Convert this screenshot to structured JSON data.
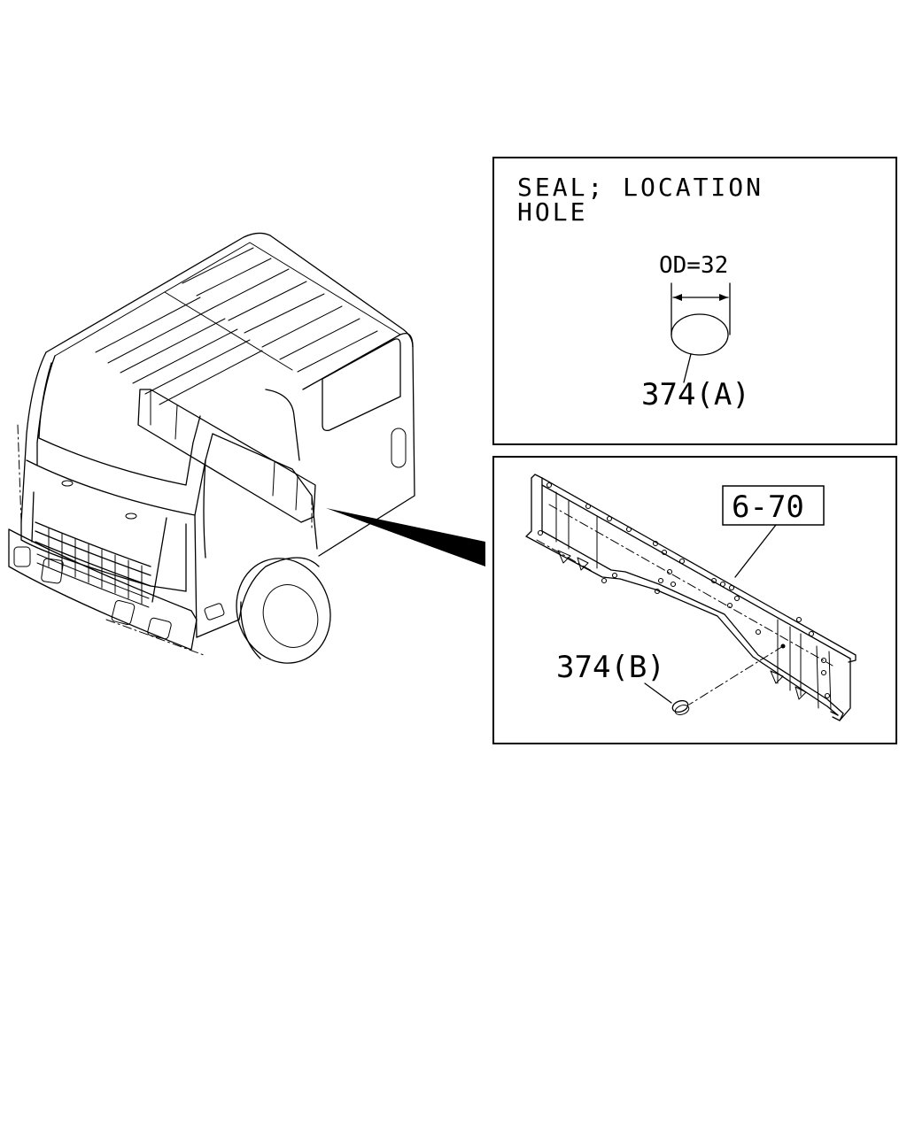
{
  "detail_a": {
    "title_line1": "SEAL; LOCATION",
    "title_line2": "HOLE",
    "dimension": "OD=32",
    "part_label": "374(A)"
  },
  "detail_b": {
    "ref_label": "6-70",
    "part_label": "374(B)"
  }
}
